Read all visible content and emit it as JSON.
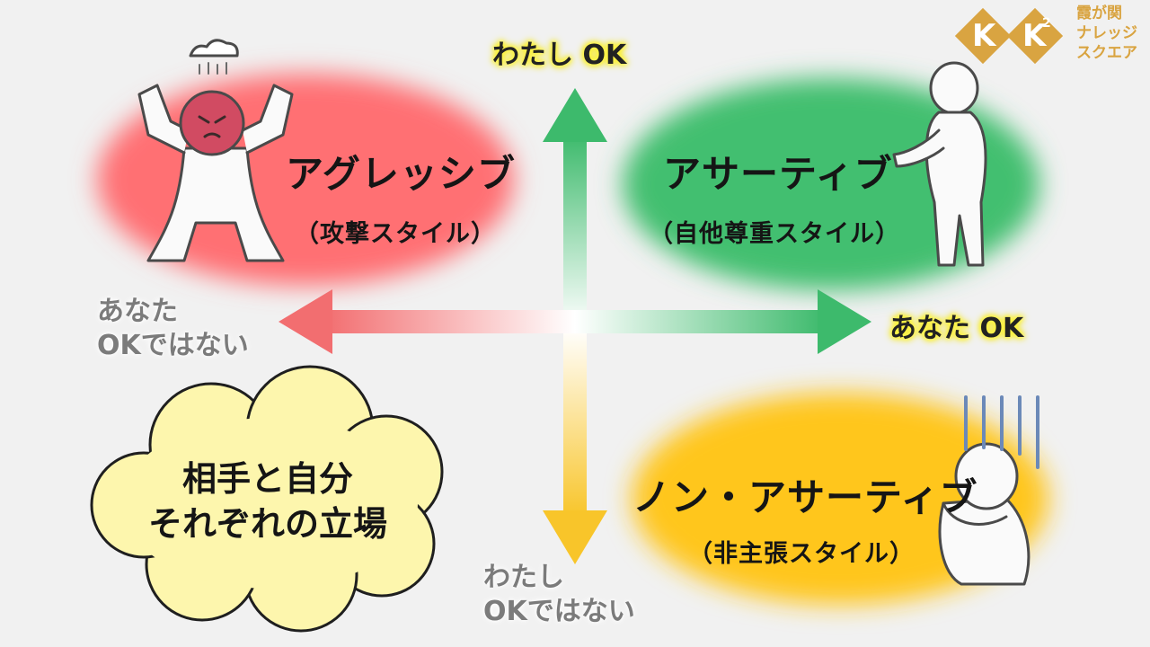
{
  "brand": {
    "logo_letters": [
      "K",
      "K"
    ],
    "logo_super": "2",
    "name_lines": [
      "霞が関",
      "ナレッジ",
      "スクエア"
    ],
    "accent": "#d9a441"
  },
  "axes": {
    "top": "わたし OK",
    "right": "あなた OK",
    "left_lines": [
      "あなた",
      "OKではない"
    ],
    "bottom_lines": [
      "わたし",
      "OKではない"
    ]
  },
  "quadrants": {
    "aggressive": {
      "name": "アグレッシブ",
      "sub": "（攻撃スタイル）",
      "color": "#ff6f73"
    },
    "assertive": {
      "name": "アサーティブ",
      "sub": "（自他尊重スタイル）",
      "color": "#42bf70"
    },
    "non_assertive": {
      "name": "ノン・アサーティブ",
      "sub": "（非主張スタイル）",
      "color": "#ffc61a"
    }
  },
  "cloud": {
    "lines": [
      "相手と自分",
      "それぞれの立場"
    ],
    "color": "#fdf6ad"
  }
}
